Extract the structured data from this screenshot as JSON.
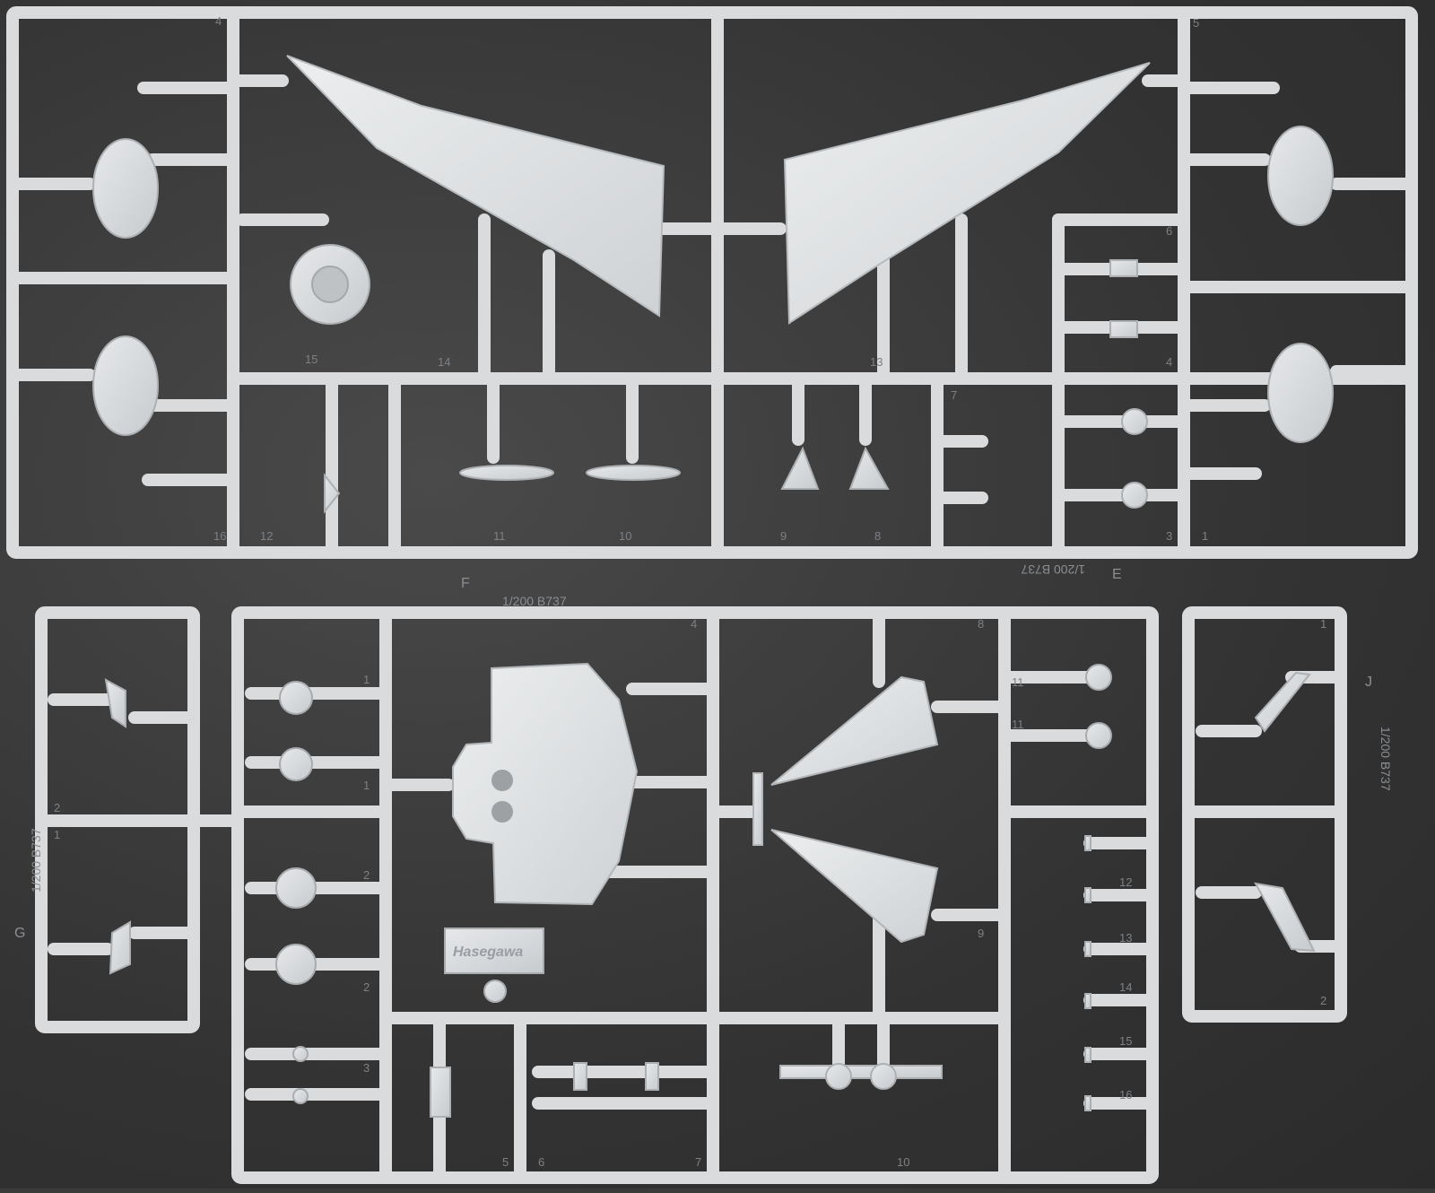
{
  "photo": {
    "subject": "Plastic model kit sprues, light grey, on dark background",
    "colors": {
      "background": "#3a3a3a",
      "plastic": "#dcdee0",
      "plastic_shadow": "#b9bcbf",
      "numeral": "#7d8185"
    }
  },
  "sprue_labels": {
    "scale_f": "1/200 B737",
    "scale_e": "1/200 B737",
    "scale_g": "1/200 B737",
    "scale_j": "1/200 B737",
    "brand": "Hasegawa",
    "letter_f": "F",
    "letter_e": "E",
    "letter_g": "G",
    "letter_j": "J"
  },
  "part_numbers": {
    "upper_left": [
      "4",
      "15",
      "14",
      "16",
      "12",
      "11",
      "10"
    ],
    "upper_right": [
      "5",
      "13",
      "7",
      "6",
      "4",
      "3",
      "1",
      "9",
      "8"
    ],
    "lower_center": [
      "4",
      "8",
      "1",
      "1",
      "2",
      "2",
      "3",
      "5",
      "6",
      "7",
      "9",
      "10",
      "11",
      "11",
      "12",
      "13",
      "14",
      "15",
      "16"
    ],
    "lower_left": [
      "2",
      "1"
    ],
    "lower_right": [
      "1",
      "2"
    ]
  }
}
